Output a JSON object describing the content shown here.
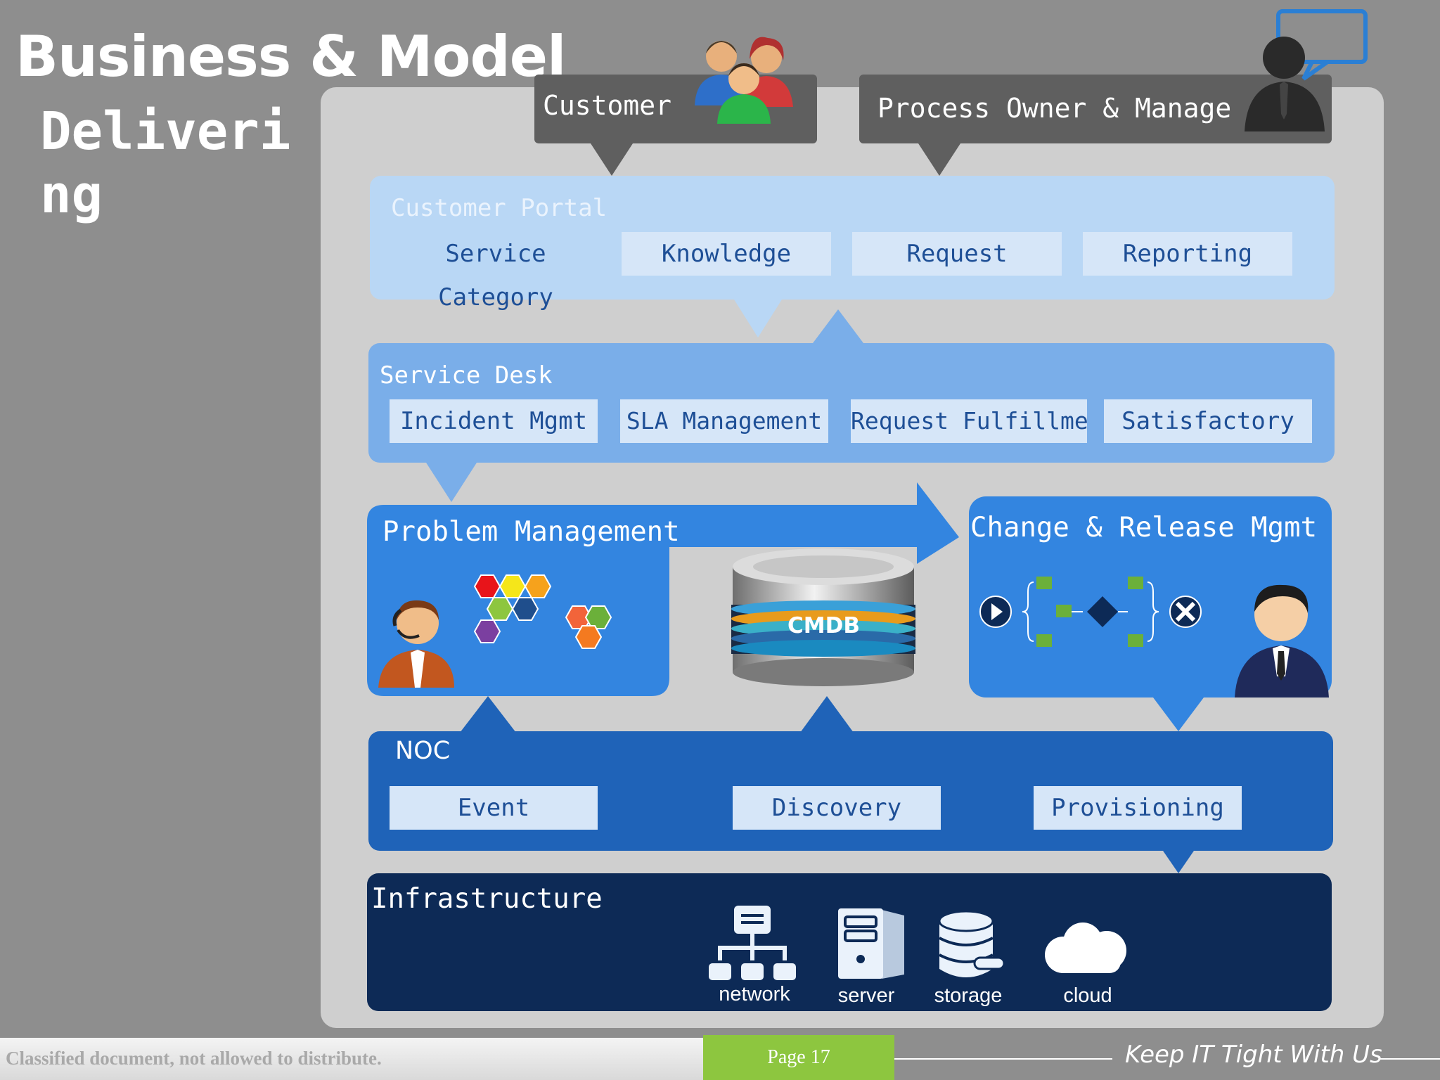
{
  "slide": {
    "title": "Business & Model",
    "subtitle": "Delivering"
  },
  "customer_callout": {
    "label": "Customer"
  },
  "owner_callout": {
    "label": "Process Owner & Manage"
  },
  "customer_portal": {
    "label": "Customer Portal",
    "items": [
      "Service Category",
      "Knowledge",
      "Request",
      "Reporting"
    ]
  },
  "service_desk": {
    "label": "Service Desk",
    "items": [
      "Incident Mgmt",
      "SLA Management",
      "Request Fulfillment",
      "Satisfactory"
    ]
  },
  "problem_mgmt": {
    "label": "Problem Management"
  },
  "cmdb": {
    "label": "CMDB"
  },
  "change_mgmt": {
    "label": "Change & Release Mgmt"
  },
  "noc": {
    "label": "NOC",
    "items": [
      "Event",
      "Discovery",
      "Provisioning"
    ]
  },
  "infrastructure": {
    "label": "Infrastructure",
    "items": [
      "network",
      "server",
      "storage",
      "cloud"
    ]
  },
  "footer": {
    "notice": "Classified document, not allowed to distribute.",
    "page": "Page 17",
    "tagline": "Keep IT Tight With Us"
  },
  "colors": {
    "background": "#8e8e8e",
    "panel": "#cfcfcf",
    "portal": "#b9d7f5",
    "service_desk": "#7aaee9",
    "problem": "#3385e0",
    "noc": "#1f63b8",
    "infrastructure": "#0d2a56",
    "page_box": "#8dc63f"
  }
}
